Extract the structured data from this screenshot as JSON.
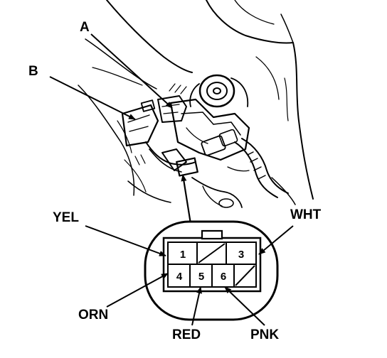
{
  "callouts": {
    "a": "A",
    "b": "B"
  },
  "wires": {
    "yel": "YEL",
    "wht": "WHT",
    "orn": "ORN",
    "red": "RED",
    "pnk": "PNK"
  },
  "pins": {
    "p1": "1",
    "p3": "3",
    "p4": "4",
    "p5": "5",
    "p6": "6"
  },
  "colors": {
    "ink": "#000000",
    "paper": "#ffffff"
  }
}
